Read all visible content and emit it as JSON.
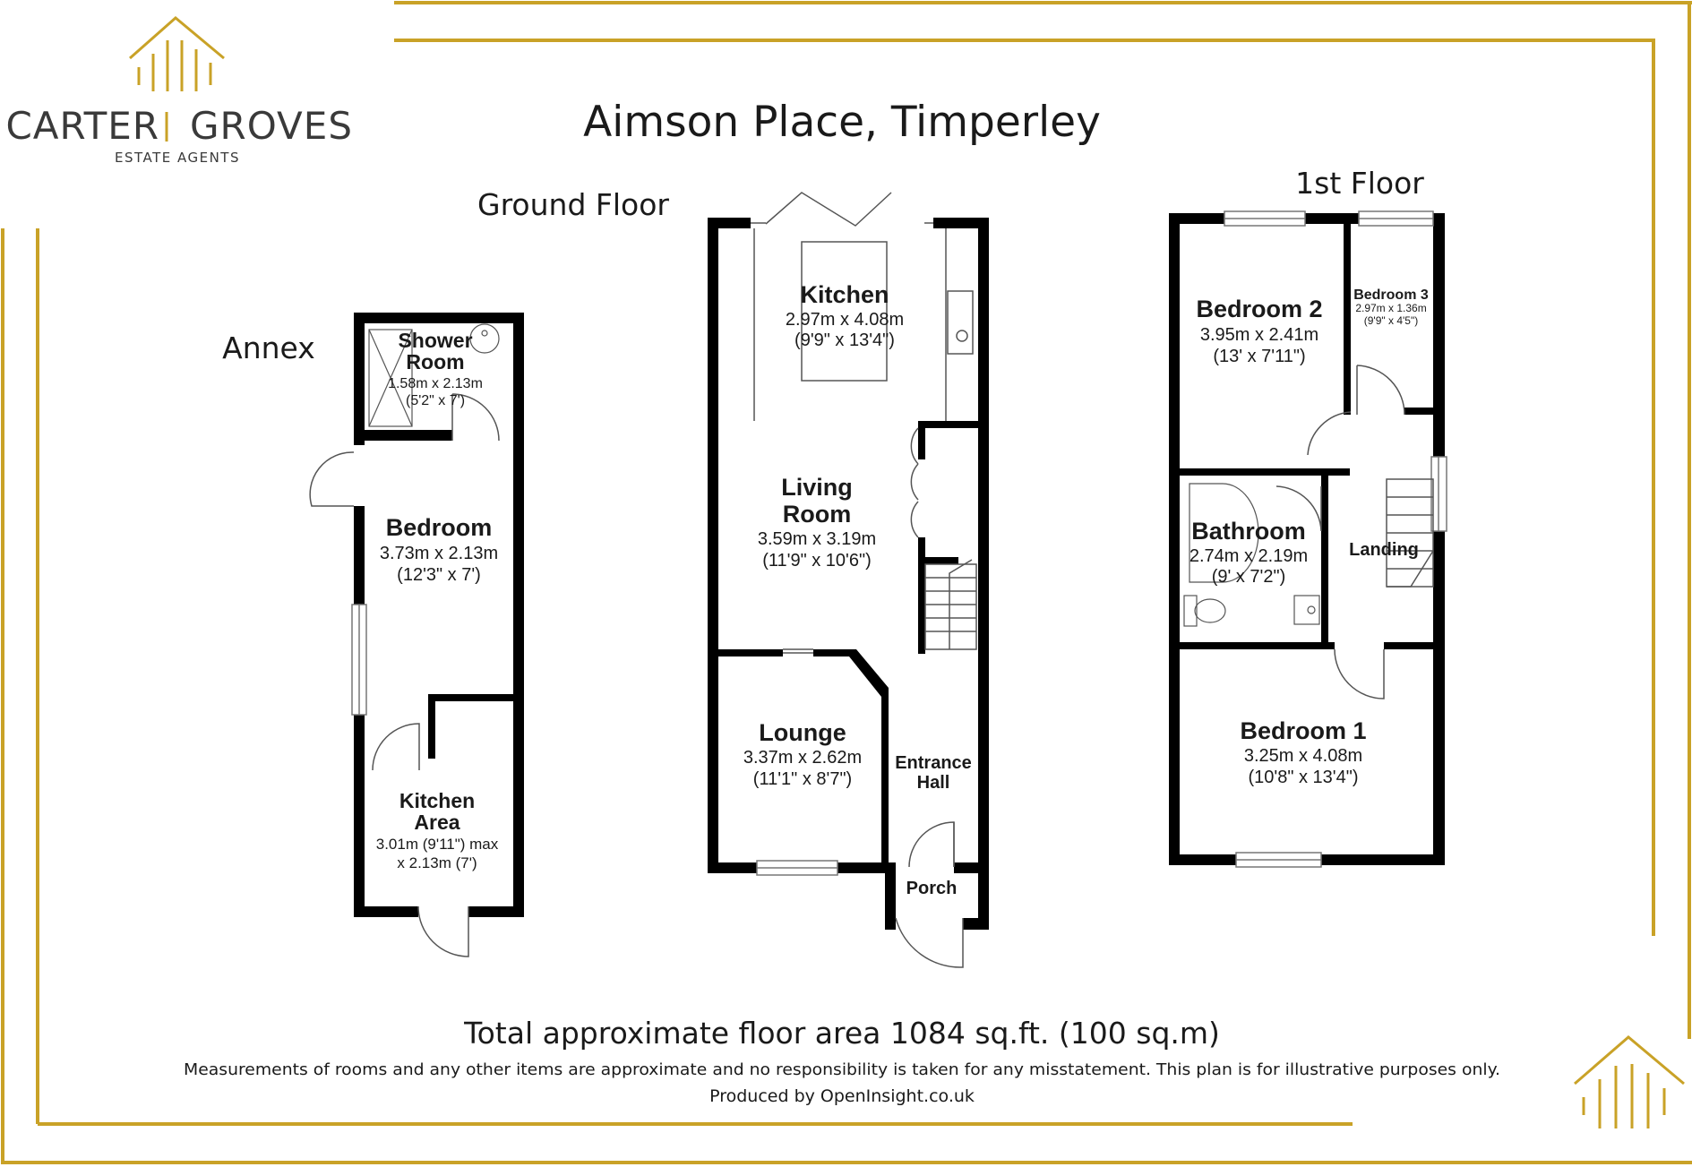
{
  "brand": {
    "name_left": "CARTER",
    "name_right": "GROVES",
    "tagline": "ESTATE AGENTS",
    "gold": "#C9A227",
    "text_color": "#3a3a3a"
  },
  "title": "Aimson Place, Timperley",
  "sections": {
    "annex": "Annex",
    "ground": "Ground Floor",
    "first": "1st Floor"
  },
  "rooms": {
    "shower": {
      "name": "Shower Room",
      "name_line1": "Shower",
      "name_line2": "Room",
      "dim_metric": "1.58m x 2.13m",
      "dim_imperial": "(5'2\" x 7')"
    },
    "annex_bedroom": {
      "name": "Bedroom",
      "dim_metric": "3.73m x 2.13m",
      "dim_imperial": "(12'3\" x 7')"
    },
    "kitchen_area": {
      "name_line1": "Kitchen",
      "name_line2": "Area",
      "dim_line1": "3.01m (9'11\") max",
      "dim_line2": "x 2.13m (7')"
    },
    "kitchen": {
      "name": "Kitchen",
      "dim_metric": "2.97m x 4.08m",
      "dim_imperial": "(9'9\" x 13'4\")"
    },
    "living": {
      "name_line1": "Living",
      "name_line2": "Room",
      "dim_metric": "3.59m x 3.19m",
      "dim_imperial": "(11'9\" x 10'6\")"
    },
    "lounge": {
      "name": "Lounge",
      "dim_metric": "3.37m x 2.62m",
      "dim_imperial": "(11'1\" x 8'7\")"
    },
    "entrance": {
      "name_line1": "Entrance",
      "name_line2": "Hall"
    },
    "porch": {
      "name": "Porch"
    },
    "bedroom2": {
      "name": "Bedroom 2",
      "dim_metric": "3.95m x 2.41m",
      "dim_imperial": "(13' x 7'11\")"
    },
    "bedroom3": {
      "name": "Bedroom 3",
      "dim_metric": "2.97m x 1.36m",
      "dim_imperial": "(9'9\" x 4'5\")"
    },
    "bathroom": {
      "name": "Bathroom",
      "dim_metric": "2.74m x 2.19m",
      "dim_imperial": "(9' x 7'2\")"
    },
    "landing": {
      "name": "Landing"
    },
    "bedroom1": {
      "name": "Bedroom 1",
      "dim_metric": "3.25m x 4.08m",
      "dim_imperial": "(10'8\" x 13'4\")"
    }
  },
  "footer": {
    "total": "Total approximate floor area 1084 sq.ft. (100 sq.m)",
    "disclaimer": "Measurements of rooms and any other items are approximate and no responsibility is taken for any misstatement. This plan is for illustrative purposes only.",
    "produced": "Produced by OpenInsight.co.uk"
  }
}
